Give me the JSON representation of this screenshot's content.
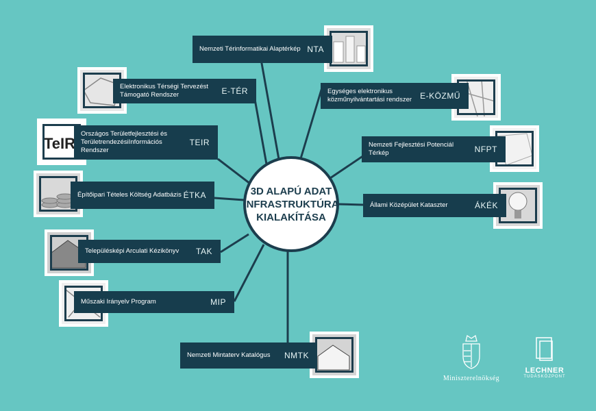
{
  "hub": {
    "title": "3D ALAPÚ ADAT\nINFRASTRUKTÚRA\nKIALAKÍTÁSA"
  },
  "nodes": [
    {
      "id": "nta",
      "name": "Nemzeti Térinformatikai Alaptérkép",
      "abbr": "NTA"
    },
    {
      "id": "eter",
      "name": "Elektronikus Térségi Tervezést Támogató Rendszer",
      "abbr": "E-TÉR"
    },
    {
      "id": "teir",
      "name": "Országos Területfejlesztési és TerületrendezésiInformációs Rendszer",
      "abbr": "TEIR"
    },
    {
      "id": "etka",
      "name": "Építőipari Tételes Költség Adatbázis",
      "abbr": "ÉTKA"
    },
    {
      "id": "tak",
      "name": "Településképi Arculati Kézikönyv",
      "abbr": "TAK"
    },
    {
      "id": "mip",
      "name": "Műszaki Irányelv Program",
      "abbr": "MIP"
    },
    {
      "id": "nmtk",
      "name": "Nemzeti Mintaterv Katalógus",
      "abbr": "NMTK"
    },
    {
      "id": "ekozmu",
      "name": "Egységes elektronikus közműnyilvántartási rendszer",
      "abbr": "E-KÖZMŰ"
    },
    {
      "id": "nfpt",
      "name": "Nemzeti Fejlesztési Potenciál Térkép",
      "abbr": "NFPT"
    },
    {
      "id": "akek",
      "name": "Állami Középület Kataszter",
      "abbr": "ÁKÉK"
    }
  ],
  "logos": {
    "ministry": "Miniszterelnökség",
    "lechner": "LECHNER",
    "lechner_sub": "TUDÁSKÖZPONT"
  },
  "colors": {
    "background": "#66c6c2",
    "box": "#173d4d",
    "line": "#1c3d4d"
  }
}
